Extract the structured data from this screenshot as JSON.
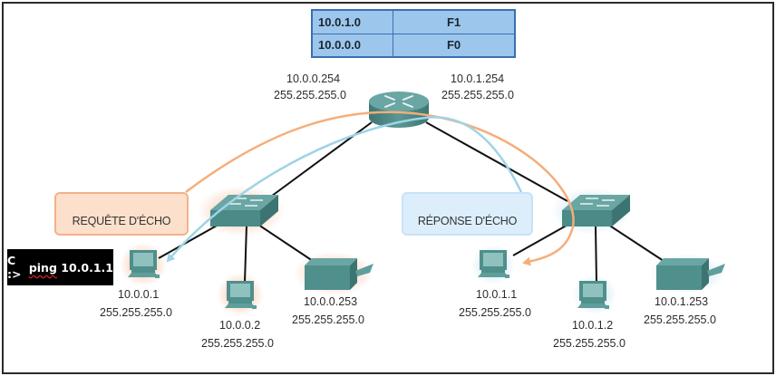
{
  "routing_table": {
    "rows": [
      {
        "network": "10.0.1.0",
        "interface": "F1"
      },
      {
        "network": "10.0.0.0",
        "interface": "F0"
      }
    ]
  },
  "router": {
    "left_interface": {
      "ip": "10.0.0.254",
      "mask": "255.255.255.0"
    },
    "right_interface": {
      "ip": "10.0.1.254",
      "mask": "255.255.255.0"
    }
  },
  "callouts": {
    "request": "REQUÊTE D'ÉCHO",
    "reply": "RÉPONSE D'ÉCHO"
  },
  "command": {
    "prompt": "C :>",
    "cmd": "ping",
    "target": " 10.0.1.1"
  },
  "hosts": [
    {
      "ip": "10.0.0.1",
      "mask": "255.255.255.0",
      "type": "pc"
    },
    {
      "ip": "10.0.0.2",
      "mask": "255.255.255.0",
      "type": "pc"
    },
    {
      "ip": "10.0.0.253",
      "mask": "255.255.255.0",
      "type": "printer"
    },
    {
      "ip": "10.0.1.1",
      "mask": "255.255.255.0",
      "type": "pc"
    },
    {
      "ip": "10.0.1.2",
      "mask": "255.255.255.0",
      "type": "pc"
    },
    {
      "ip": "10.0.1.253",
      "mask": "255.255.255.0",
      "type": "printer"
    }
  ],
  "colors": {
    "request_arc": "#f5ae7a",
    "reply_arc": "#9fd3e6",
    "device": "#4f8f8c",
    "link": "#111111",
    "table_fill": "#9cc6ec"
  }
}
